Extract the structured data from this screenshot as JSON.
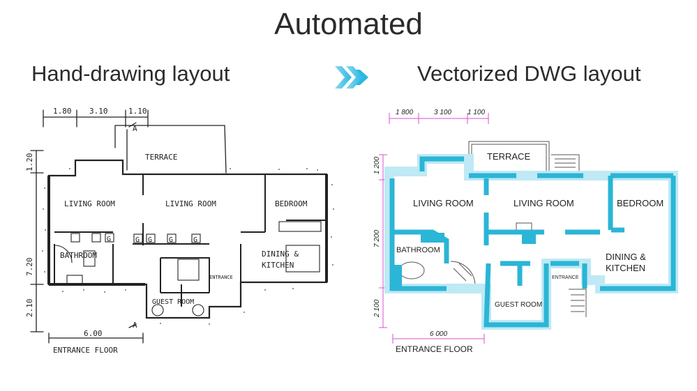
{
  "title": "Automated",
  "left": {
    "heading": "Hand-drawing layout",
    "dims_top": [
      "1.80",
      "3.10",
      "1.10"
    ],
    "dims_side": [
      "1.20",
      "7.20",
      "2.10"
    ],
    "dim_bottom": "6.00",
    "section_mark": "A",
    "fixture_mark": "G",
    "rooms": {
      "terrace": "TERRACE",
      "living1": "LIVING ROOM",
      "living2": "LIVING ROOM",
      "bedroom": "BEDROOM",
      "bathroom": "BATHROOM",
      "dining": "DINING &",
      "kitchen": "KITCHEN",
      "guest": "GUEST ROOM",
      "entrance": "ENTRANCE"
    },
    "floor_label": "ENTRANCE FLOOR"
  },
  "right": {
    "heading": "Vectorized DWG layout",
    "dims_top": [
      "1 800",
      "3 100",
      "1 100"
    ],
    "dims_side": [
      "1 200",
      "7 200",
      "2 100"
    ],
    "dim_bottom": "6 000",
    "rooms": {
      "terrace": "TERRACE",
      "living1": "LIVING ROOM",
      "living2": "LIVING ROOM",
      "bedroom": "BEDROOM",
      "bathroom": "BATHROOM",
      "dining": "DINING &",
      "kitchen": "KITCHEN",
      "guest": "GUEST ROOM",
      "entrance": "ENTRANCE"
    },
    "floor_label": "ENTRANCE FLOOR"
  },
  "colors": {
    "wall_fill": "#2bb5d6",
    "wall_glow": "#bfe9f4",
    "dimension": "#d94fd4",
    "arrow": "#3ec3e8",
    "sketch": "#222222"
  },
  "icons": {
    "arrow": "double-chevron-arrow-icon"
  }
}
